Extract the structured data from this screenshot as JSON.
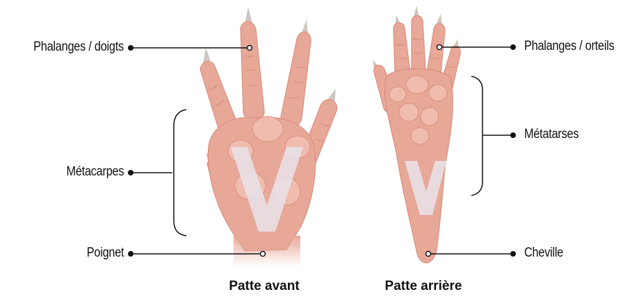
{
  "labels": {
    "left": {
      "phalanges": "Phalanges / doigts",
      "metacarpes": "Métacarpes",
      "poignet": "Poignet"
    },
    "right": {
      "phalanges": "Phalanges / orteils",
      "metatarses": "Métatarses",
      "cheville": "Cheville"
    }
  },
  "captions": {
    "front": "Patte avant",
    "hind": "Patte arrière"
  },
  "overlay_letter": "V",
  "colors": {
    "paw_fill": "#e8a898",
    "paw_shade": "#d98f80",
    "paw_light": "#f0bcae",
    "claw": "#cfc6c0",
    "v_overlay": "#e9e3ea",
    "line": "#111111"
  }
}
